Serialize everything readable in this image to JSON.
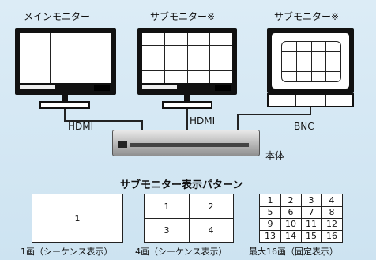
{
  "labels": {
    "main_monitor": "メインモニター",
    "sub_monitor_1": "サブモニター※",
    "sub_monitor_2": "サブモニター※",
    "hdmi_1": "HDMI",
    "hdmi_2": "HDMI",
    "bnc": "BNC",
    "body": "本体"
  },
  "patterns": {
    "title": "サブモニター表示パターン",
    "single": {
      "cells": [
        "1"
      ],
      "caption": "1画（シーケンス表示）"
    },
    "quad": {
      "cells": [
        "1",
        "2",
        "3",
        "4"
      ],
      "caption": "4画（シーケンス表示）"
    },
    "sixteen": {
      "cells": [
        "1",
        "2",
        "3",
        "4",
        "5",
        "6",
        "7",
        "8",
        "9",
        "10",
        "11",
        "12",
        "13",
        "14",
        "15",
        "16"
      ],
      "caption": "最大16画（固定表示）"
    }
  },
  "colors": {
    "background": "#d6e9f5",
    "frame": "#111111",
    "cable": "#222222"
  }
}
